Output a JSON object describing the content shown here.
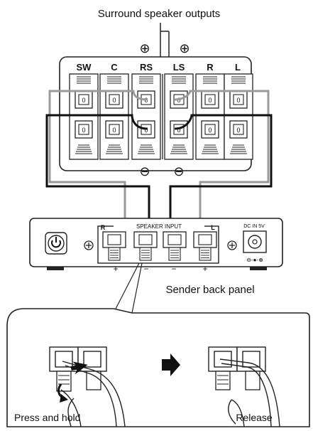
{
  "captions": {
    "surround_outputs": "Surround speaker outputs",
    "sender_back_panel": "Sender back panel",
    "press_and_hold": "Press and hold",
    "release": "Release"
  },
  "speaker_terminals": {
    "channels": [
      "SW",
      "C",
      "RS",
      "LS",
      "R",
      "L"
    ],
    "plus_symbol": "⊕",
    "minus_symbol": "⊖",
    "clip_mark": "0"
  },
  "sender_panel": {
    "speaker_input_label": "SPEAKER INPUT",
    "input_left_letter": "R",
    "input_right_letter": "L",
    "dc_in_label": "DC IN 5V",
    "polarity_marks": [
      "+",
      "−",
      "−",
      "+"
    ],
    "dc_polarity": "⊖-●-⊕"
  },
  "icons": [
    "power-icon",
    "screw-icon",
    "arrow-right-icon",
    "press-arrow-icon"
  ],
  "colors": {
    "wire_black": "#111111",
    "wire_gray": "#9a9a9a",
    "line": "#222222"
  }
}
